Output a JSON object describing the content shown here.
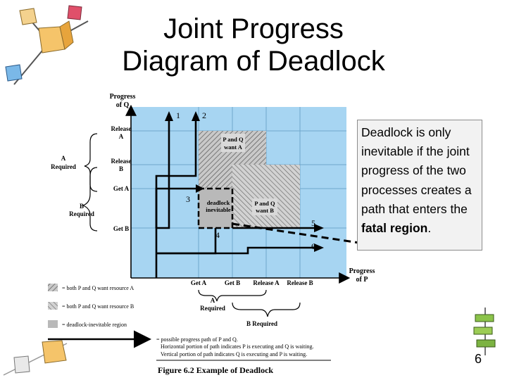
{
  "slide": {
    "title_line1": "Joint Progress",
    "title_line2": "Diagram of Deadlock",
    "callout_pre": "Deadlock is only inevitable if the joint progress of the two processes creates a path that enters the ",
    "callout_bold": "fatal region",
    "callout_post": ".",
    "page_number": "6"
  },
  "figure": {
    "yaxis_title_line1": "Progress",
    "yaxis_title_line2": "of Q",
    "xaxis_title_line1": "Progress",
    "xaxis_title_line2": "of P",
    "y_ticks": {
      "release_a_1": "Release",
      "release_a_2": "A",
      "release_b_1": "Release",
      "release_b_2": "B",
      "get_a": "Get A",
      "get_b": "Get B"
    },
    "x_ticks": {
      "get_a": "Get A",
      "get_b": "Get B",
      "release_a": "Release A",
      "release_b": "Release B"
    },
    "brace_labels": {
      "a_required_1": "A",
      "a_required_2": "Required",
      "b_required_1": "B",
      "b_required_2": "Required",
      "x_a_required_1": "A",
      "x_a_required_2": "Required",
      "x_b_required": "B Required"
    },
    "path_numbers": [
      "1",
      "2",
      "3",
      "4",
      "5",
      "6"
    ],
    "regions": {
      "pq_want_a_1": "P and Q",
      "pq_want_a_2": "want A",
      "pq_want_b_1": "P and Q",
      "pq_want_b_2": "want B",
      "deadlock_1": "deadlock",
      "deadlock_2": "inevitable"
    },
    "legend": {
      "want_a": "= both P and Q want resource A",
      "want_b": "= both P and Q want resource B",
      "deadlock": "= deadlock-inevitable region",
      "path_1": "= possible progress path of P and Q.",
      "path_2": "Horizontal portion of path indicates P is executing and Q is waiting.",
      "path_3": "Vertical portion of path indicates Q is executing and P is waiting."
    },
    "caption": "Figure 6.2   Example of Deadlock"
  },
  "colors": {
    "diagram_blue": "#a7d5f2",
    "grid_line": "#6fa7cc",
    "callout_bg": "#f2f2f2"
  }
}
